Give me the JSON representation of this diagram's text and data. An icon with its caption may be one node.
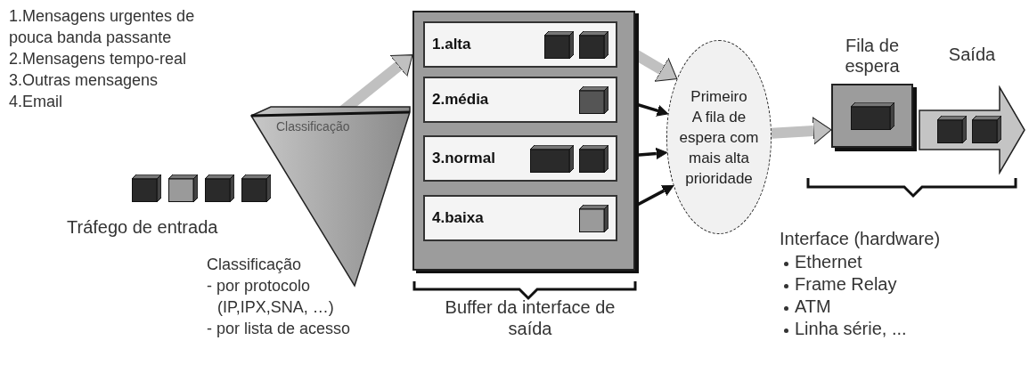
{
  "diagram": {
    "nodes": [
      {
        "text": [
          "Tráfego de entrada"
        ]
      },
      {
        "text": [
          "Classificação"
        ]
      },
      {
        "text": [],
        "shape": "box"
      },
      {
        "text": [
          "1.alta"
        ],
        "in": 2
      },
      {
        "text": [
          "2.média"
        ],
        "in": 2
      },
      {
        "text": [
          "3.normal"
        ],
        "in": 2
      },
      {
        "text": [
          "4.baixa"
        ],
        "in": 2
      },
      {
        "text": [
          "Primeiro",
          "A fila de espera com mais alta prioridade"
        ]
      },
      {
        "text": [
          "Fila de espera"
        ]
      },
      {
        "text": [
          "Saída"
        ]
      }
    ],
    "edges": [
      {
        "from": 1,
        "to": 2,
        "arrow": "to",
        "style": "thick",
        "color": "#c0c0c0"
      },
      {
        "from": 3,
        "to": 7,
        "arrow": "to",
        "style": "thick",
        "color": "#c0c0c0"
      },
      {
        "from": 4,
        "to": 7,
        "arrow": "to",
        "color": "#111111"
      },
      {
        "from": 5,
        "to": 7,
        "arrow": "to",
        "color": "#111111"
      },
      {
        "from": 6,
        "to": 7,
        "arrow": "to",
        "color": "#111111"
      },
      {
        "from": 7,
        "to": 8,
        "arrow": "to",
        "style": "thick",
        "color": "#c0c0c0"
      }
    ],
    "labels": [
      "1.Mensagens urgentes de pouca banda passante",
      "2.Mensagens tempo-real",
      "3.Outras mensagens",
      "4.Email",
      "Classificação",
      "- por protocolo (IP,IPX,SNA, …)",
      "- por lista de acesso",
      "Buffer da interface de saída",
      "Interface (hardware)",
      "Ethernet",
      "Frame Relay",
      "ATM",
      "Linha série, ..."
    ]
  }
}
